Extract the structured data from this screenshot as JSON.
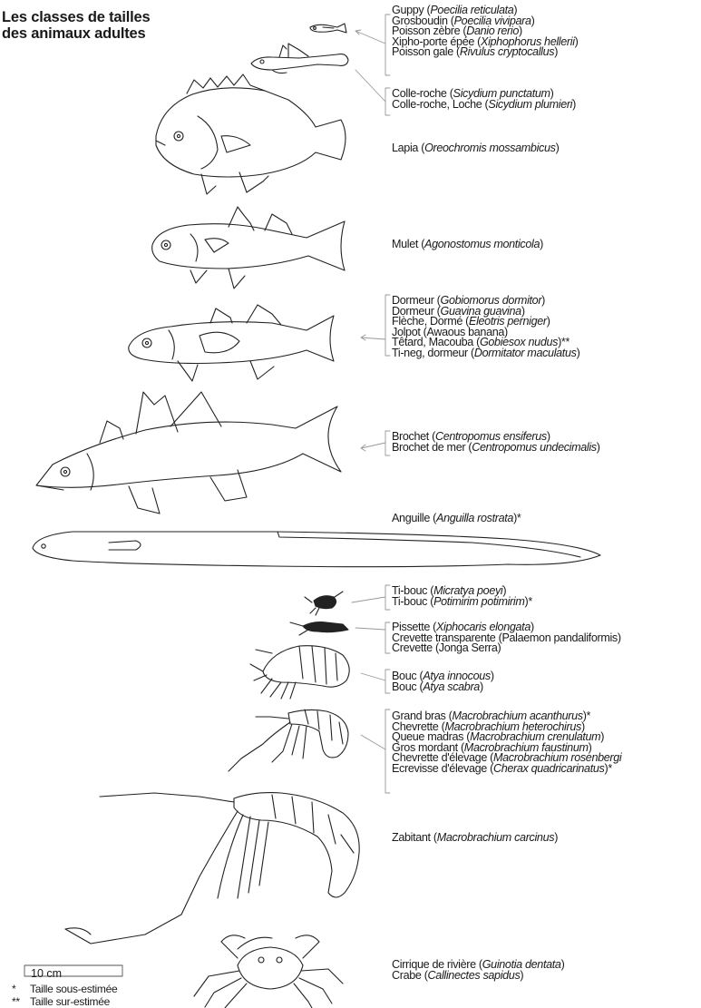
{
  "title": [
    "Les classes de tailles",
    "des animaux adultes"
  ],
  "groups": [
    {
      "id": "g1",
      "lines": [
        [
          {
            "t": "Guppy ("
          },
          {
            "t": "Poecilia reticulata",
            "i": true
          },
          {
            "t": ")"
          }
        ],
        [
          {
            "t": "Grosboudin ("
          },
          {
            "t": "Poecilia vivipara",
            "i": true
          },
          {
            "t": ")"
          }
        ],
        [
          {
            "t": "Poisson zèbre ("
          },
          {
            "t": "Danio rerio",
            "i": true
          },
          {
            "t": ")"
          }
        ],
        [
          {
            "t": "Xipho-porte épée ("
          },
          {
            "t": "Xiphophorus hellerii",
            "i": true
          },
          {
            "t": ")"
          }
        ],
        [
          {
            "t": "Poisson gale ("
          },
          {
            "t": "Rivulus cryptocallus",
            "i": true
          },
          {
            "t": ")"
          }
        ]
      ]
    },
    {
      "id": "g2",
      "lines": [
        [
          {
            "t": "Colle-roche ("
          },
          {
            "t": "Sicydium punctatum",
            "i": true
          },
          {
            "t": ")"
          }
        ],
        [
          {
            "t": "Colle-roche, Loche ("
          },
          {
            "t": "Sicydium plumieri",
            "i": true
          },
          {
            "t": ")"
          }
        ]
      ]
    },
    {
      "id": "g3",
      "lines": [
        [
          {
            "t": "Lapia ("
          },
          {
            "t": "Oreochromis mossambicus",
            "i": true
          },
          {
            "t": ")"
          }
        ]
      ]
    },
    {
      "id": "g4",
      "lines": [
        [
          {
            "t": "Mulet ("
          },
          {
            "t": "Agonostomus monticola",
            "i": true
          },
          {
            "t": ")"
          }
        ]
      ]
    },
    {
      "id": "g5",
      "lines": [
        [
          {
            "t": "Dormeur ("
          },
          {
            "t": "Gobiomorus dormitor",
            "i": true
          },
          {
            "t": ")"
          }
        ],
        [
          {
            "t": "Dormeur ("
          },
          {
            "t": "Guavina guavina",
            "i": true
          },
          {
            "t": ")"
          }
        ],
        [
          {
            "t": "Flèche, Dormé ("
          },
          {
            "t": "Eleotris perniger",
            "i": true
          },
          {
            "t": ")"
          }
        ],
        [
          {
            "t": "Jolpot (Awaous banana)"
          }
        ],
        [
          {
            "t": "Têtard, Macouba ("
          },
          {
            "t": "Gobiesox nudus",
            "i": true
          },
          {
            "t": ")**"
          }
        ],
        [
          {
            "t": "Ti-neg, dormeur ("
          },
          {
            "t": "Dormitator maculatus",
            "i": true
          },
          {
            "t": ")"
          }
        ]
      ]
    },
    {
      "id": "g6",
      "lines": [
        [
          {
            "t": "Brochet ("
          },
          {
            "t": "Centropomus ensiferus",
            "i": true
          },
          {
            "t": ")"
          }
        ],
        [
          {
            "t": "Brochet de mer ("
          },
          {
            "t": "Centropomus undecimalis",
            "i": true
          },
          {
            "t": ")"
          }
        ]
      ]
    },
    {
      "id": "g7",
      "lines": [
        [
          {
            "t": "Anguille ("
          },
          {
            "t": "Anguilla rostrata",
            "i": true
          },
          {
            "t": ")*"
          }
        ]
      ]
    },
    {
      "id": "g8",
      "lines": [
        [
          {
            "t": "Ti-bouc ("
          },
          {
            "t": "Micratya poeyi",
            "i": true
          },
          {
            "t": ")"
          }
        ],
        [
          {
            "t": "Ti-bouc ("
          },
          {
            "t": "Potimirim potimirim",
            "i": true
          },
          {
            "t": ")*"
          }
        ]
      ]
    },
    {
      "id": "g9",
      "lines": [
        [
          {
            "t": "Pissette ("
          },
          {
            "t": "Xiphocaris elongata",
            "i": true
          },
          {
            "t": ")"
          }
        ],
        [
          {
            "t": "Crevette transparente (Palaemon pandaliformis)"
          }
        ],
        [
          {
            "t": "Crevette (Jonga Serra)"
          }
        ]
      ]
    },
    {
      "id": "g10",
      "lines": [
        [
          {
            "t": "Bouc ("
          },
          {
            "t": "Atya innocous",
            "i": true
          },
          {
            "t": ")"
          }
        ],
        [
          {
            "t": "Bouc ("
          },
          {
            "t": "Atya scabra",
            "i": true
          },
          {
            "t": ")"
          }
        ]
      ]
    },
    {
      "id": "g11",
      "lines": [
        [
          {
            "t": "Grand bras ("
          },
          {
            "t": "Macrobrachium acanthurus",
            "i": true
          },
          {
            "t": ")*"
          }
        ],
        [
          {
            "t": "Chevrette ("
          },
          {
            "t": "Macrobrachium heterochirus",
            "i": true
          },
          {
            "t": ")"
          }
        ],
        [
          {
            "t": "Queue madras ("
          },
          {
            "t": "Macrobrachium crenulatum",
            "i": true
          },
          {
            "t": ")"
          }
        ],
        [
          {
            "t": "Gros mordant ("
          },
          {
            "t": "Macrobrachium faustinum",
            "i": true
          },
          {
            "t": ")"
          }
        ],
        [
          {
            "t": "Chevrette d'élevage ("
          },
          {
            "t": "Macrobrachium rosenbergi",
            "i": true
          }
        ],
        [
          {
            "t": "Ecrevisse d'élevage ("
          },
          {
            "t": "Cherax quadricarinatus",
            "i": true
          },
          {
            "t": ")*"
          }
        ]
      ]
    },
    {
      "id": "g12",
      "lines": [
        [
          {
            "t": "Zabitant ("
          },
          {
            "t": "Macrobrachium carcinus",
            "i": true
          },
          {
            "t": ")"
          }
        ]
      ]
    },
    {
      "id": "g13",
      "lines": [
        [
          {
            "t": "Cirrique de rivière ("
          },
          {
            "t": "Guinotia dentata",
            "i": true
          },
          {
            "t": ")"
          }
        ],
        [
          {
            "t": "Crabe ("
          },
          {
            "t": "Callinectes sapidus",
            "i": true
          },
          {
            "t": ")"
          }
        ]
      ]
    }
  ],
  "scale": {
    "label": "10 cm"
  },
  "notes": [
    {
      "mark": "*",
      "text": "Taille sous-estimée"
    },
    {
      "mark": "**",
      "text": "Taille sur-estimée"
    }
  ]
}
